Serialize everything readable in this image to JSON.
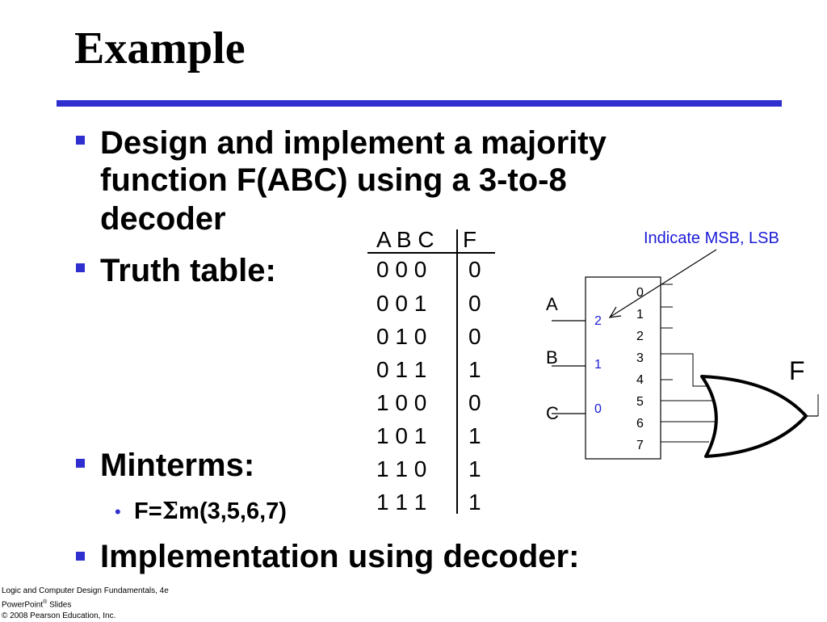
{
  "slide": {
    "title": "Example",
    "bullets": [
      {
        "line1": "Design and implement a majority",
        "line2": "function F(ABC) using a 3-to-8",
        "line3": "decoder"
      },
      {
        "text": "Truth table:"
      },
      {
        "text": "Minterms:"
      },
      {
        "text": "Implementation using decoder:"
      }
    ],
    "sub_bullet": {
      "prefix": "F=",
      "sigma": "Σ",
      "suffix": "m(3,5,6,7)"
    }
  },
  "truth_table": {
    "header_abc": "A B C",
    "header_f": "F",
    "rows": [
      {
        "abc": "0 0 0",
        "f": "0"
      },
      {
        "abc": "0 0 1",
        "f": "0"
      },
      {
        "abc": "0 1 0",
        "f": "0"
      },
      {
        "abc": "0 1 1",
        "f": "1"
      },
      {
        "abc": "1 0 0",
        "f": "0"
      },
      {
        "abc": "1 0 1",
        "f": "1"
      },
      {
        "abc": "1 1 0",
        "f": "1"
      },
      {
        "abc": "1 1 1",
        "f": "1"
      }
    ]
  },
  "circuit": {
    "annotation": "Indicate MSB, LSB",
    "inputs": [
      "A",
      "B",
      "C"
    ],
    "select_labels": [
      "2",
      "1",
      "0"
    ],
    "outputs": [
      "0",
      "1",
      "2",
      "3",
      "4",
      "5",
      "6",
      "7"
    ],
    "output_label": "F"
  },
  "footer": {
    "line1": "Logic and Computer Design Fundamentals, 4e",
    "line2_pre": "PowerPoint",
    "line2_sup": "®",
    "line2_post": " Slides",
    "line3": "© 2008 Pearson Education, Inc."
  },
  "colors": {
    "rule": "#2f2fd0",
    "bullet": "#2f2fd0",
    "annotation": "#1a1ad6",
    "select_label": "#1a1ad6"
  }
}
